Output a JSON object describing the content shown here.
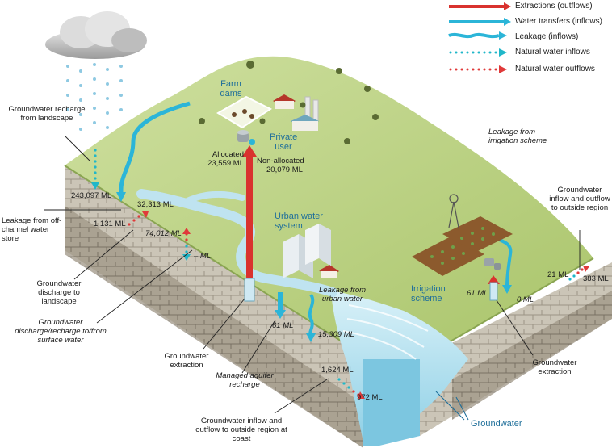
{
  "legend": {
    "extractions": "Extractions (outflows)",
    "water_transfers": "Water transfers (inflows)",
    "leakage": "Leakage (inflows)",
    "natural_inflows": "Natural water inflows",
    "natural_outflows": "Natural water outflows"
  },
  "colors": {
    "extraction": "#d9322e",
    "transfer": "#2bb5d8",
    "natural_inflow": "#20b7c9",
    "natural_outflow": "#e03a3a",
    "grass": "#b9cf7e",
    "rock": "#c9c3b6",
    "water": "#bfe6f1",
    "label_blue": "#1f6f9a"
  },
  "areas": {
    "farm_dams": "Farm dams",
    "private_user": "Private user",
    "urban_water_system": "Urban water system",
    "irrigation_scheme": "Irrigation scheme",
    "groundwater": "Groundwater"
  },
  "annotations": {
    "recharge_landscape": "Groundwater recharge from landscape",
    "leakage_offchannel": "Leakage from off-channel water store",
    "discharge_landscape": "Groundwater discharge to landscape",
    "discharge_surface": "Groundwater discharge/recharge to/from surface water",
    "gw_extraction_left": "Groundwater extraction",
    "managed_recharge": "Managed aquifer recharge",
    "coast_flow": "Groundwater inflow and outflow to outside region at coast",
    "leakage_urban": "Leakage from urban water",
    "leakage_irrigation": "Leakage from irrigation scheme",
    "outside_region": "Groundwater inflow and outflow to outside region",
    "gw_extraction_right": "Groundwater extraction",
    "allocated": "Allocated",
    "non_allocated": "Non-allocated"
  },
  "values": {
    "recharge": "243,097 ML",
    "offchannel": "1,131 ML",
    "discharge_landscape": "32,313 ML",
    "surface_exchange": "74,012 ML",
    "surface_dash": "– ML",
    "allocated": "23,559 ML",
    "non_allocated": "20,079 ML",
    "managed_recharge": "61 ML",
    "urban_leak": "15,309 ML",
    "coast_in": "1,624 ML",
    "coast_out": "972 ML",
    "irrigation_extraction": "61 ML",
    "irrigation_leak": "0 ML",
    "outside_in": "21 ML",
    "outside_out": "383 ML"
  }
}
